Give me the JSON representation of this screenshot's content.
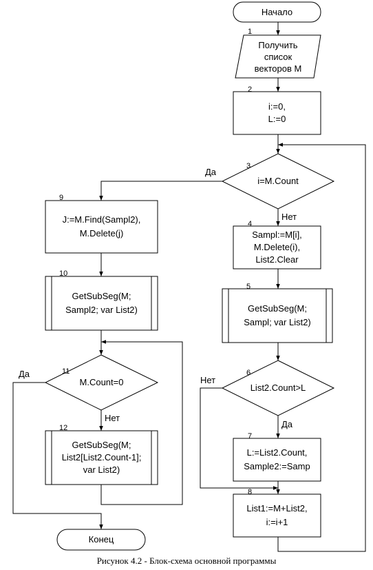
{
  "blocks": {
    "start": {
      "lines": [
        "Начало"
      ]
    },
    "b1": {
      "num": "1",
      "lines": [
        "Получить",
        "список",
        "векторов M"
      ]
    },
    "b2": {
      "num": "2",
      "lines": [
        "i:=0,",
        "L:=0"
      ]
    },
    "b3": {
      "num": "3",
      "lines": [
        "i=M.Count"
      ]
    },
    "b4": {
      "num": "4",
      "lines": [
        "Sampl:=M[i],",
        "M.Delete(i),",
        "List2.Clear"
      ]
    },
    "b5": {
      "num": "5",
      "lines": [
        "GetSubSeg(M;",
        "Sampl; var List2)"
      ]
    },
    "b6": {
      "num": "6",
      "lines": [
        "List2.Count>L"
      ]
    },
    "b7": {
      "num": "7",
      "lines": [
        "L:=List2.Count,",
        "Sample2:=Samp"
      ]
    },
    "b8": {
      "num": "8",
      "lines": [
        "List1:=M+List2,",
        "i:=i+1"
      ]
    },
    "b9": {
      "num": "9",
      "lines": [
        "J:=M.Find(Sampl2),",
        "M.Delete(j)"
      ]
    },
    "b10": {
      "num": "10",
      "lines": [
        "GetSubSeg(M;",
        "Sampl2; var List2)"
      ]
    },
    "b11": {
      "num": "11",
      "lines": [
        "M.Count=0"
      ]
    },
    "b12": {
      "num": "12",
      "lines": [
        "GetSubSeg(M;",
        "List2[List2.Count-1];",
        "var List2)"
      ]
    },
    "end": {
      "lines": [
        "Конец"
      ]
    }
  },
  "labels": {
    "b3_yes": "Да",
    "b3_no": "Нет",
    "b6_no": "Нет",
    "b6_yes": "Да",
    "b11_yes": "Да",
    "b11_no": "Нет"
  },
  "caption": "Рисунок 4.2 -  Блок-схема основной программы"
}
